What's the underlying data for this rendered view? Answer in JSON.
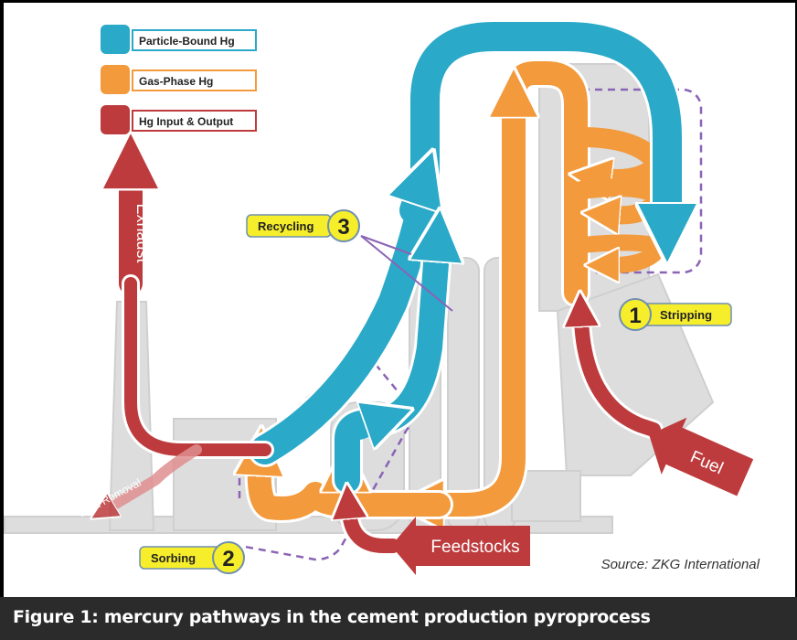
{
  "legend": {
    "particle": "Particle-Bound Hg",
    "gas": "Gas-Phase Hg",
    "io": "Hg Input & Output"
  },
  "labels": {
    "exhaust": "Exhaust",
    "dust_removal": "Dust Removal",
    "feedstocks": "Feedstocks",
    "fuel": "Fuel",
    "source": "Source: ZKG International"
  },
  "callouts": {
    "recycling": {
      "label": "Recycling",
      "number": "3"
    },
    "stripping": {
      "label": "Stripping",
      "number": "1"
    },
    "sorbing": {
      "label": "Sorbing",
      "number": "2"
    }
  },
  "caption": "Figure 1: mercury pathways in the cement production pyroprocess",
  "colors": {
    "particle": "#2aa9c8",
    "gas": "#f39a3c",
    "io": "#bd3b3d",
    "callout_fill": "#f6ee2b",
    "dashed_region": "#8a63b5",
    "plant_silhouette": "#dddddd"
  }
}
